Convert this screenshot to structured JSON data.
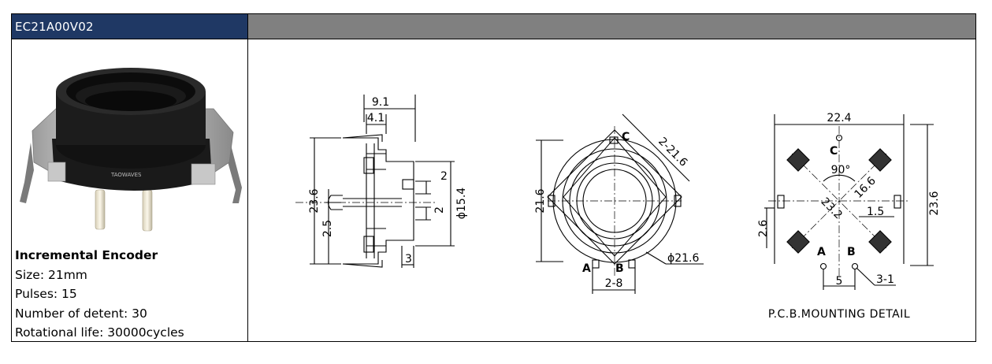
{
  "header": {
    "part_number": "EC21A00V02"
  },
  "product": {
    "title": "Incremental Encoder",
    "size": "Size: 21mm",
    "pulses": "Pulses: 15",
    "detent": "Number of detent: 30",
    "life": "Rotational life: 30000cycles",
    "brand_mark": "TAOWAVES"
  },
  "side_view": {
    "dim_width": "9.1",
    "dim_offset": "4.1",
    "dim_height": "23.6",
    "dim_shaft_offset": "2.5",
    "dim_diameter": "ϕ15.4",
    "dim_tab": "2",
    "dim_gap": "2",
    "dim_base": "3"
  },
  "front_view": {
    "dim_diag": "2-21.6",
    "dim_height": "21.6",
    "dim_diameter": "ϕ21.6",
    "dim_pins": "2-8",
    "label_c": "C",
    "label_a": "A",
    "label_b": "B"
  },
  "pcb_view": {
    "dim_width": "22.4",
    "dim_height": "23.6",
    "dim_angle": "90°",
    "dim_pad_diag": "16.6",
    "dim_diag": "23.2",
    "dim_pad": "1.5",
    "dim_left": "2.6",
    "dim_pin_pitch": "5",
    "dim_hole": "3-1",
    "label_c": "C",
    "label_a": "A",
    "label_b": "B",
    "caption": "P.C.B.MOUNTING DETAIL"
  }
}
